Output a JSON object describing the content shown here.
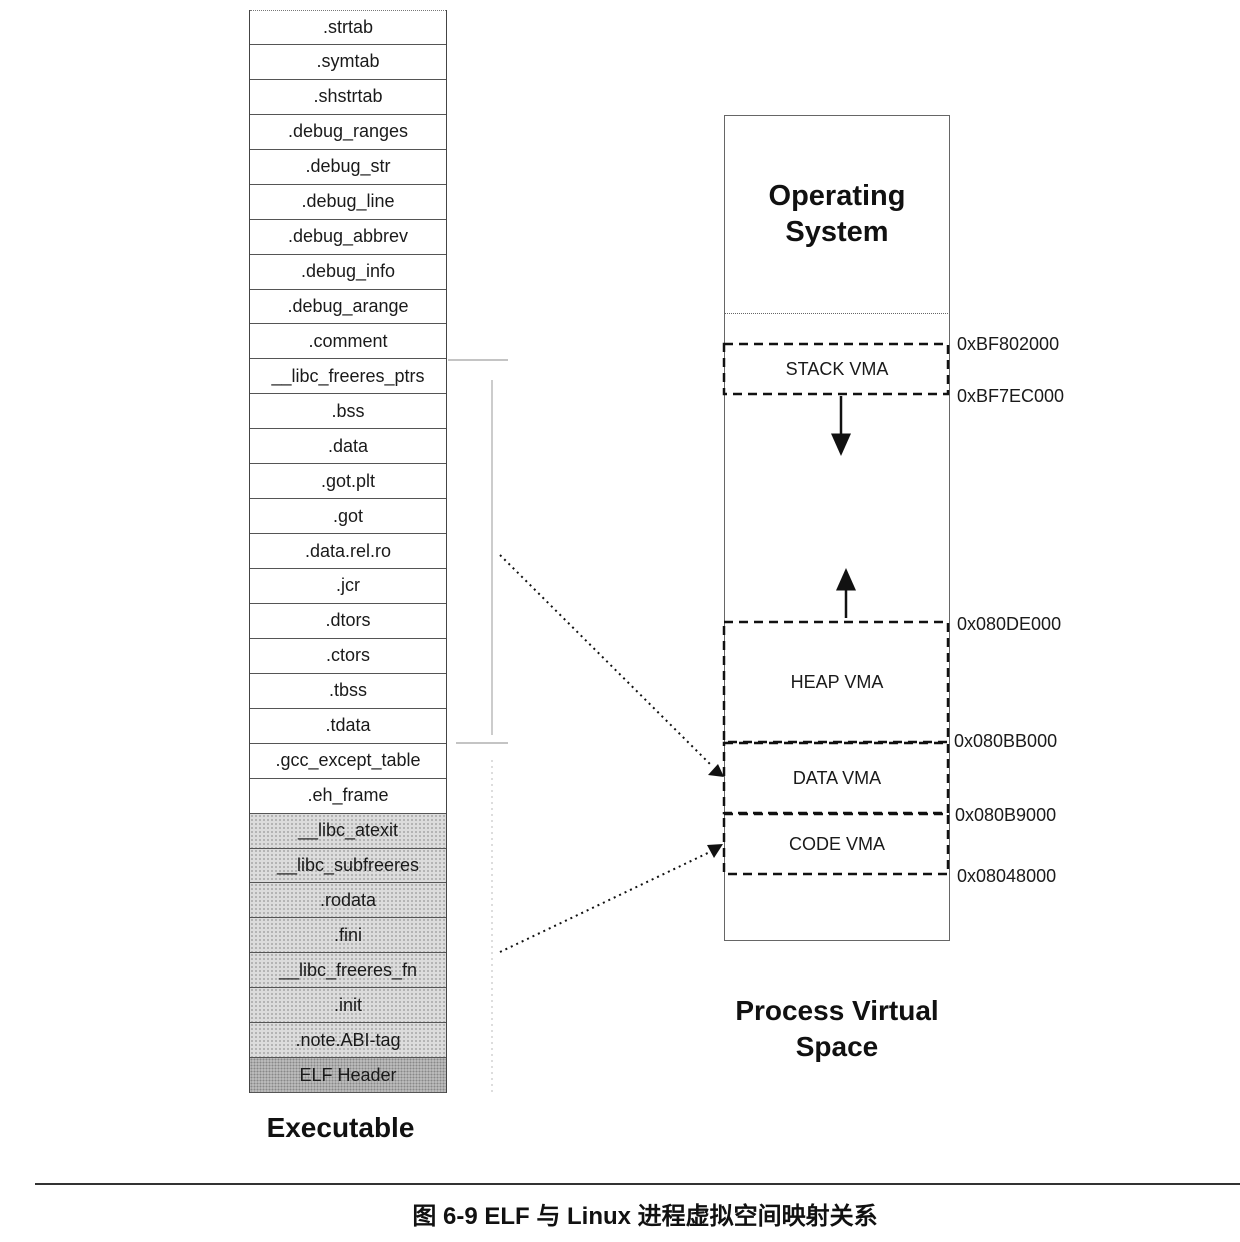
{
  "executable": {
    "label": "Executable",
    "sections": [
      {
        "name": ".strtab",
        "shade": "none"
      },
      {
        "name": ".symtab",
        "shade": "none"
      },
      {
        "name": ".shstrtab",
        "shade": "none"
      },
      {
        "name": ".debug_ranges",
        "shade": "none"
      },
      {
        "name": ".debug_str",
        "shade": "none"
      },
      {
        "name": ".debug_line",
        "shade": "none"
      },
      {
        "name": ".debug_abbrev",
        "shade": "none"
      },
      {
        "name": ".debug_info",
        "shade": "none"
      },
      {
        "name": ".debug_arange",
        "shade": "none"
      },
      {
        "name": ".comment",
        "shade": "none"
      },
      {
        "name": "__libc_freeres_ptrs",
        "shade": "none"
      },
      {
        "name": ".bss",
        "shade": "none"
      },
      {
        "name": ".data",
        "shade": "none"
      },
      {
        "name": ".got.plt",
        "shade": "none"
      },
      {
        "name": ".got",
        "shade": "none"
      },
      {
        "name": ".data.rel.ro",
        "shade": "none"
      },
      {
        "name": ".jcr",
        "shade": "none"
      },
      {
        "name": ".dtors",
        "shade": "none"
      },
      {
        "name": ".ctors",
        "shade": "none"
      },
      {
        "name": ".tbss",
        "shade": "none"
      },
      {
        "name": ".tdata",
        "shade": "none"
      },
      {
        "name": ".gcc_except_table",
        "shade": "none"
      },
      {
        "name": ".eh_frame",
        "shade": "none"
      },
      {
        "name": "__libc_atexit",
        "shade": "light"
      },
      {
        "name": "__libc_subfreeres",
        "shade": "light"
      },
      {
        "name": ".rodata",
        "shade": "light"
      },
      {
        "name": ".fini",
        "shade": "light"
      },
      {
        "name": "__libc_freeres_fn",
        "shade": "light"
      },
      {
        "name": ".init",
        "shade": "light"
      },
      {
        "name": ".note.ABI-tag",
        "shade": "light"
      },
      {
        "name": "ELF Header",
        "shade": "dark"
      }
    ]
  },
  "virtual_space": {
    "label": "Process Virtual Space",
    "os_label": "Operating System",
    "vmas": {
      "stack": "STACK VMA",
      "heap": "HEAP VMA",
      "data": "DATA VMA",
      "code": "CODE VMA"
    },
    "addresses": {
      "a0": "0xBF802000",
      "a1": "0xBF7EC000",
      "a2": "0x080DE000",
      "a3": "0x080BB000",
      "a4": "0x080B9000",
      "a5": "0x08048000"
    }
  },
  "caption": "图 6-9   ELF 与 Linux 进程虚拟空间映射关系"
}
